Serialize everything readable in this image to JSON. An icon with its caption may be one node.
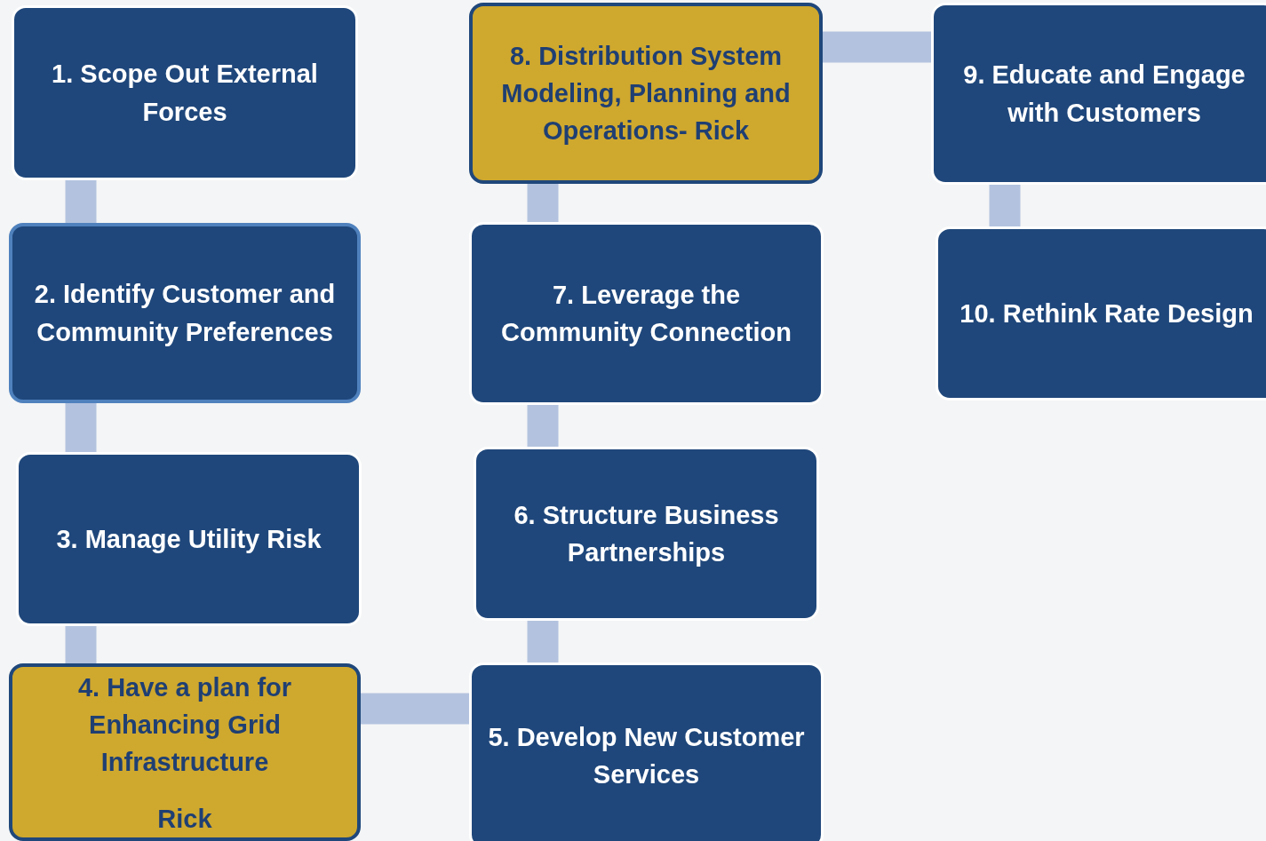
{
  "diagram": {
    "nodes": [
      {
        "text": [
          "1. Scope Out External Forces"
        ]
      },
      {
        "text": [
          "2. Identify Customer and Community Preferences"
        ]
      },
      {
        "text": [
          "3. Manage Utility Risk"
        ]
      },
      {
        "text": [
          "4. Have a plan for Enhancing Grid Infrastructure",
          "Rick"
        ]
      },
      {
        "text": [
          "5. Develop New Customer Services"
        ]
      },
      {
        "text": [
          "6. Structure Business Partnerships"
        ]
      },
      {
        "text": [
          "7. Leverage the Community Connection"
        ]
      },
      {
        "text": [
          "8. Distribution System Modeling, Planning and Operations- Rick"
        ]
      },
      {
        "text": [
          "9. Educate and Engage with Customers"
        ]
      },
      {
        "text": [
          "10. Rethink Rate Design"
        ]
      }
    ],
    "edges": [
      {
        "from": 0,
        "to": 1,
        "arrow": "none"
      },
      {
        "from": 1,
        "to": 2,
        "arrow": "none"
      },
      {
        "from": 2,
        "to": 3,
        "arrow": "none"
      },
      {
        "from": 3,
        "to": 4,
        "arrow": "none"
      },
      {
        "from": 4,
        "to": 5,
        "arrow": "none"
      },
      {
        "from": 5,
        "to": 6,
        "arrow": "none"
      },
      {
        "from": 6,
        "to": 7,
        "arrow": "none"
      },
      {
        "from": 7,
        "to": 8,
        "arrow": "none"
      },
      {
        "from": 8,
        "to": 9,
        "arrow": "none"
      }
    ]
  }
}
